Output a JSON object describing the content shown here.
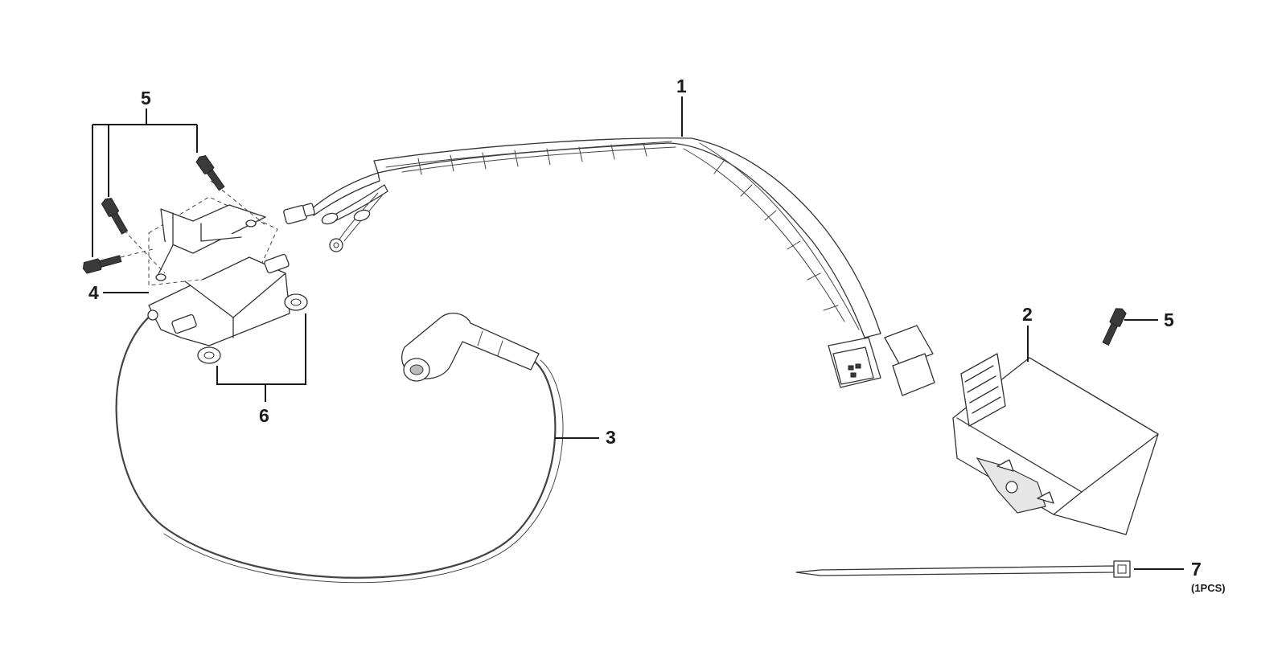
{
  "callouts": {
    "c1": "1",
    "c2": "2",
    "c3": "3",
    "c4": "4",
    "c5_left": "5",
    "c5_right": "5",
    "c6": "6",
    "c7": "7",
    "c7_qty": "(1PCS)"
  },
  "parts": [
    "wiring-harness",
    "cdi-unit",
    "spark-plug-cable",
    "coil-bracket",
    "bolt",
    "rubber-grommet",
    "cable-tie"
  ]
}
